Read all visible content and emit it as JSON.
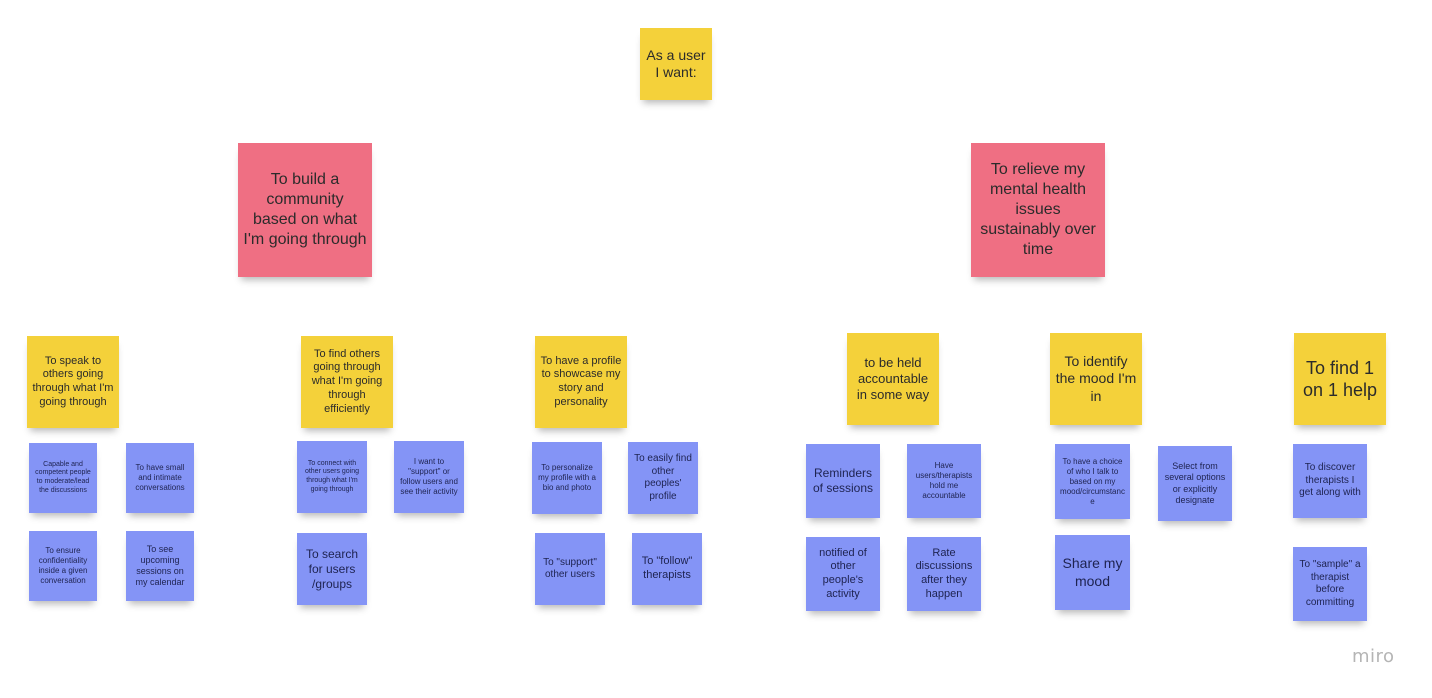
{
  "root": "As a user I want:",
  "goals": {
    "left": "To build a community based on what I'm going through",
    "right": "To relieve my mental health issues sustainably over time"
  },
  "subgoals": [
    {
      "label": "To speak to others going through what I'm going through"
    },
    {
      "label": "To find others going through what I'm going through efficiently"
    },
    {
      "label": "To have a profile to showcase my story and personality"
    },
    {
      "label": "to be held accountable in some way"
    },
    {
      "label": "To identify the mood I'm in"
    },
    {
      "label": "To find 1 on 1 help"
    }
  ],
  "details": [
    "Capable and competent people to moderate/lead the discussions",
    "To have small and intimate conversations",
    "To ensure confidentiality inside a given conversation",
    "To see upcoming sessions on my calendar",
    "To connect with other users going through what I'm going through",
    "I want to \"support\" or follow users and see their activity",
    "To search for users /groups",
    "To personalize my profile with a bio and photo",
    "To easily find other peoples' profile",
    "To \"support\" other users",
    "To \"follow\" therapists",
    "Reminders of sessions",
    "Have users/therapists hold me accountable",
    "notified of other people's activity",
    "Rate discussions after they happen",
    "To have a choice of who I talk to based on my mood/circumstance",
    "Select from several options or explicitly designate",
    "Share my mood",
    "To discover therapists I get along with",
    "To \"sample\" a therapist before committing"
  ],
  "colors": {
    "root_and_subgoals": "#f4d13a",
    "goals": "#ef6f83",
    "details": "#8494f6"
  },
  "watermark": "miro"
}
